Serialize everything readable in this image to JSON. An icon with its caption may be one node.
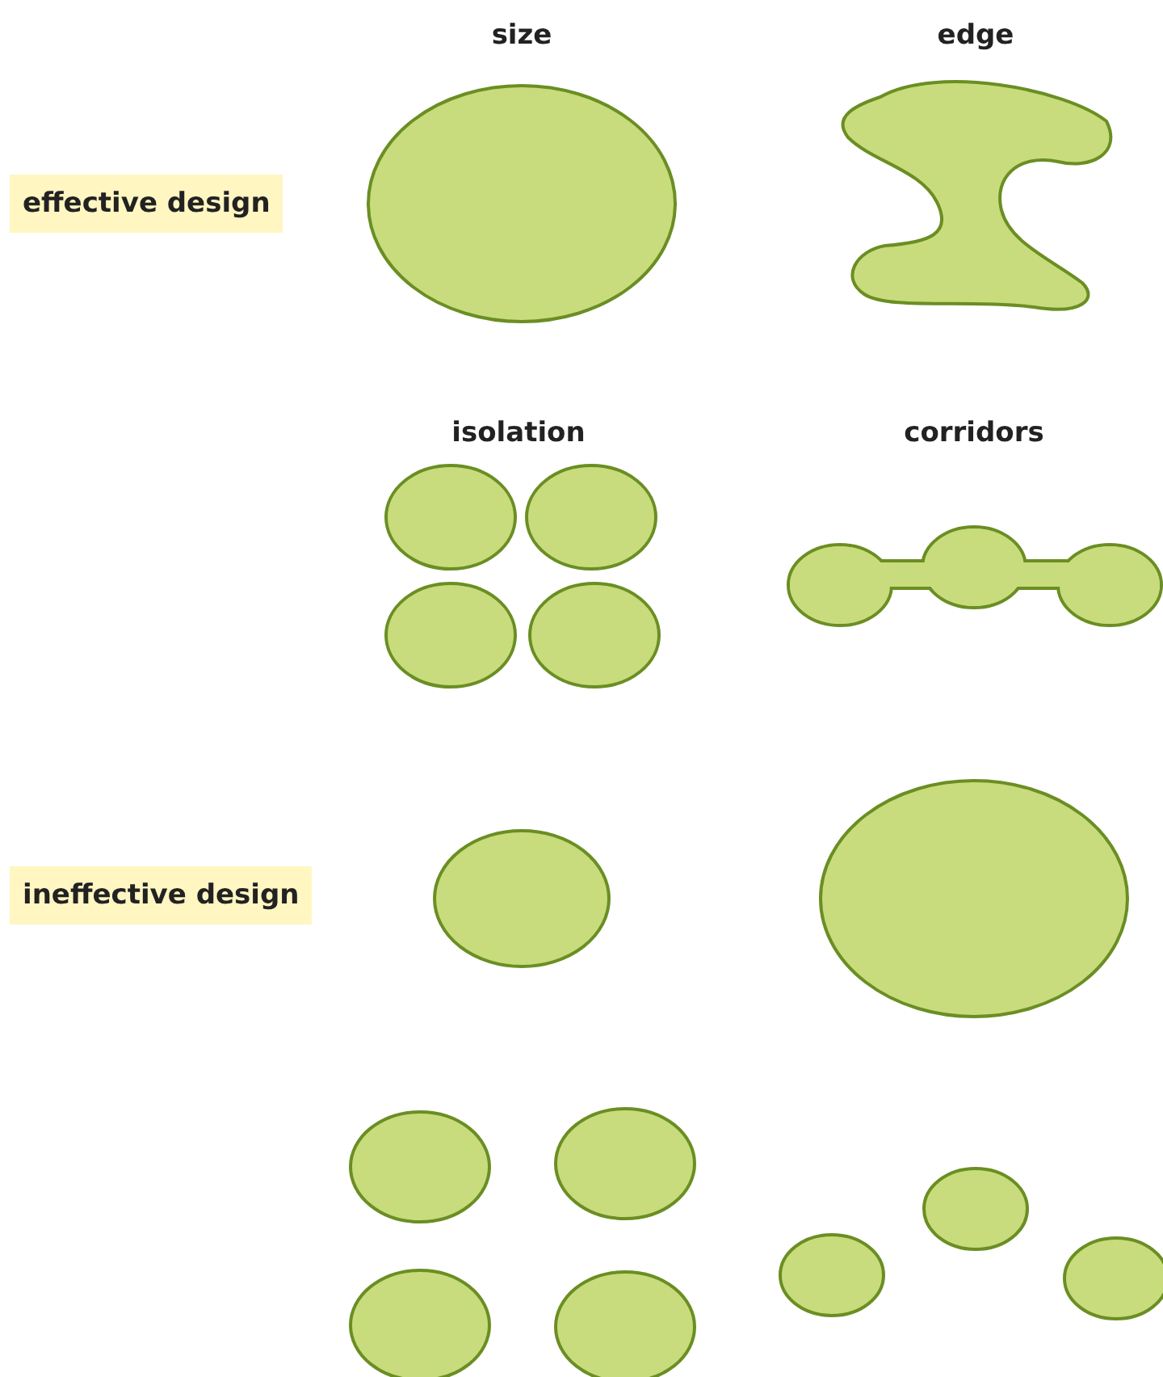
{
  "diagram": {
    "nodes": [
      {
        "text": [
          "effective design"
        ]
      },
      {
        "text": [
          "ineffective design"
        ]
      }
    ],
    "labels": [
      "size",
      "edge",
      "isolation",
      "corridors"
    ]
  }
}
